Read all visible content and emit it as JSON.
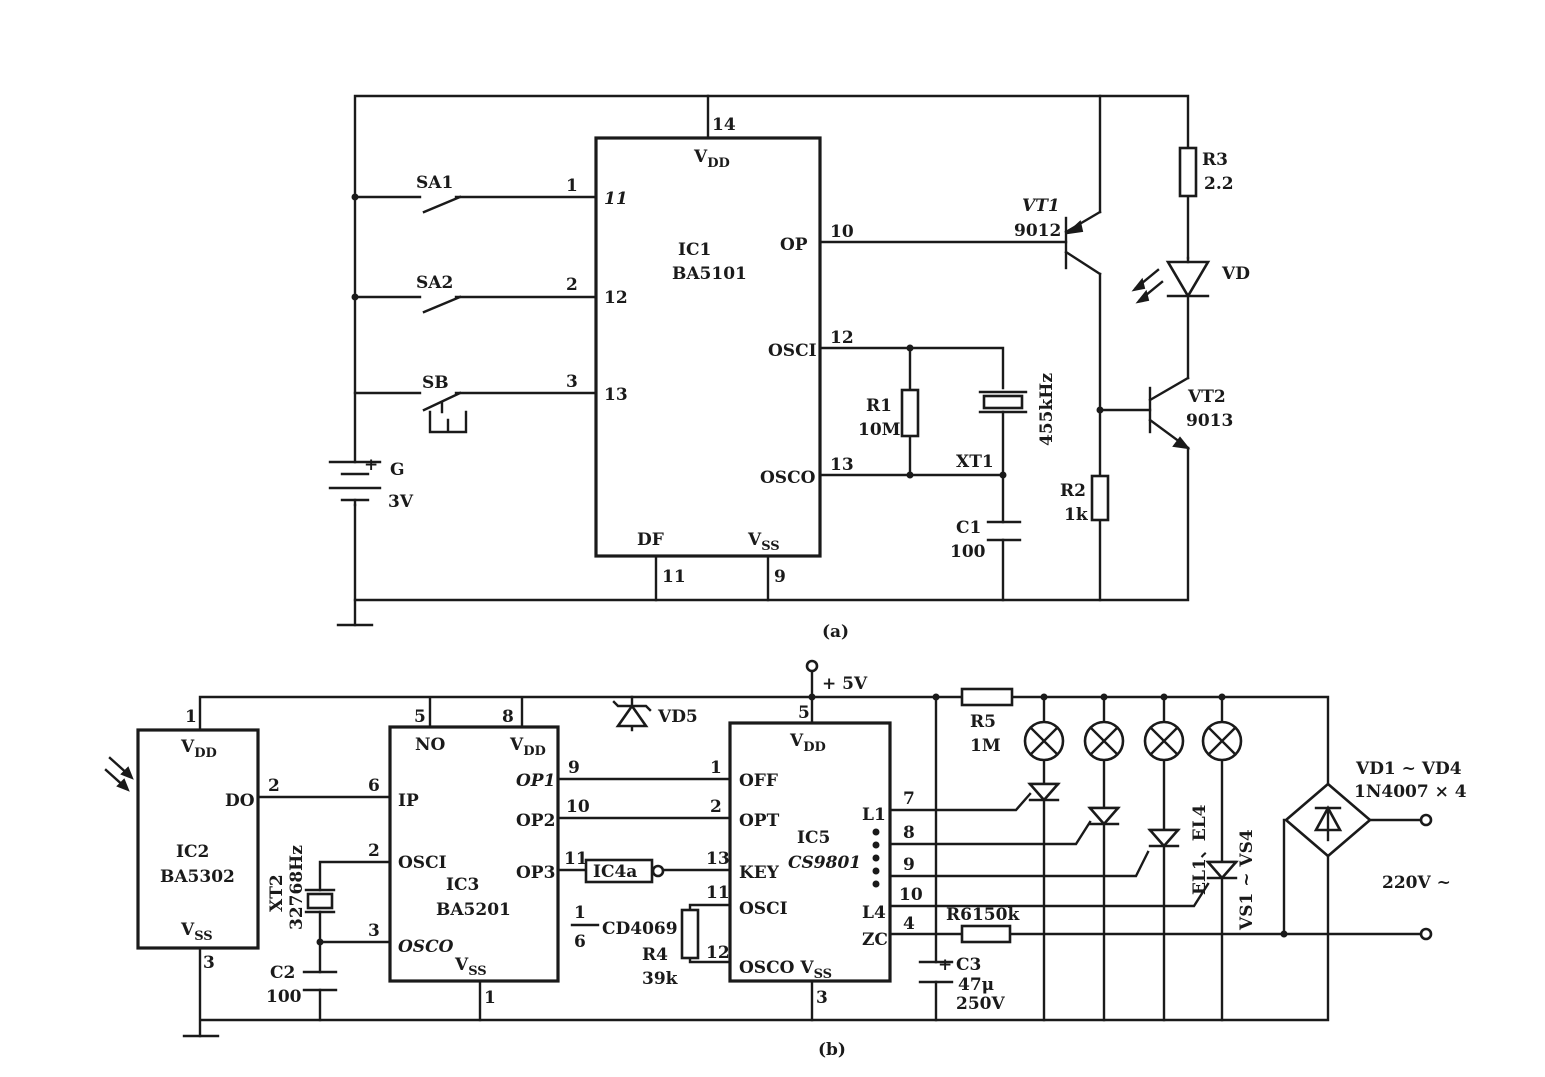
{
  "a": {
    "caption": "(a)",
    "ic1": {
      "name": "IC1",
      "part": "BA5101",
      "vdd": "V",
      "vdd_sub": "DD",
      "vss": "V",
      "vss_sub": "SS",
      "pins": {
        "p11i": "11",
        "p12": "12",
        "p13": "13",
        "op": "OP",
        "osci": "OSCI",
        "osco": "OSCO",
        "df": "DF"
      }
    },
    "pinnums": {
      "n14": "14",
      "n1": "1",
      "n2": "2",
      "n3": "3",
      "n10": "10",
      "n12": "12",
      "n13": "13",
      "n11": "11",
      "n9": "9"
    },
    "sa1": "SA1",
    "sa2": "SA2",
    "sb": "SB",
    "g_plus": "+",
    "g_name": "G",
    "g_val": "3V",
    "vt1_name": "VT1",
    "vt1_part": "9012",
    "vt2_name": "VT2",
    "vt2_part": "9013",
    "r3_name": "R3",
    "r3_val": "2.2",
    "vd": "VD",
    "r1_name": "R1",
    "r1_val": "10M",
    "xt1_name": "XT1",
    "xt1_freq": "455kHz",
    "r2_name": "R2",
    "r2_val": "1k",
    "c1_name": "C1",
    "c1_val": "100"
  },
  "b": {
    "caption": "(b)",
    "supply": "+ 5V",
    "vd5": "VD5",
    "ic2": {
      "name": "IC2",
      "part": "BA5302",
      "vdd": "V",
      "vdd_sub": "DD",
      "vss": "V",
      "vss_sub": "SS",
      "do": "DO"
    },
    "ic3": {
      "name": "IC3",
      "part": "BA5201",
      "no": "NO",
      "vdd": "V",
      "vdd_sub": "DD",
      "ip": "IP",
      "osci": "OSCI",
      "osco": "OSCO",
      "vss": "V",
      "vss_sub": "SS",
      "op1": "OP1",
      "op2": "OP2",
      "op3": "OP3"
    },
    "ic5": {
      "name": "IC5",
      "part": "CS9801",
      "vdd": "V",
      "vdd_sub": "DD",
      "off": "OFF",
      "opt": "OPT",
      "key": "KEY",
      "osci": "OSCI",
      "osco": "OSCO",
      "vss": "V",
      "vss_sub": "SS",
      "l1": "L1",
      "l4": "L4",
      "zc": "ZC"
    },
    "ic4a": "IC4a",
    "cd4069": "CD4069",
    "pinnums": {
      "n1a": "1",
      "n2a": "2",
      "n3a": "3",
      "n5a": "5",
      "n8": "8",
      "n6": "6",
      "n2b": "2",
      "n3b": "3",
      "n9": "9",
      "n10": "10",
      "n11": "11",
      "n1b": "1",
      "n6b": "6",
      "n1c": "1",
      "n2c": "2",
      "n13": "13",
      "n11b": "11",
      "n12": "12",
      "n5b": "5",
      "n3c": "3",
      "n7": "7",
      "n8b": "8",
      "n9b": "9",
      "n10b": "10",
      "n4": "4"
    },
    "xt2_name": "XT2",
    "xt2_freq": "32768Hz",
    "c2_name": "C2",
    "c2_val": "100",
    "r4_name": "R4",
    "r4_val": "39k",
    "r5_name": "R5",
    "r5_val": "1M",
    "r6": "R6150k",
    "c3_plus": "+",
    "c3_name": "C3",
    "c3_val": "47μ",
    "c3_volt": "250V",
    "el": "EL1、EL4",
    "vs": "VS1 ~ VS4",
    "bridge_name": "VD1 ~ VD4",
    "bridge_part": "1N4007 × 4",
    "mains": "220V ~"
  }
}
